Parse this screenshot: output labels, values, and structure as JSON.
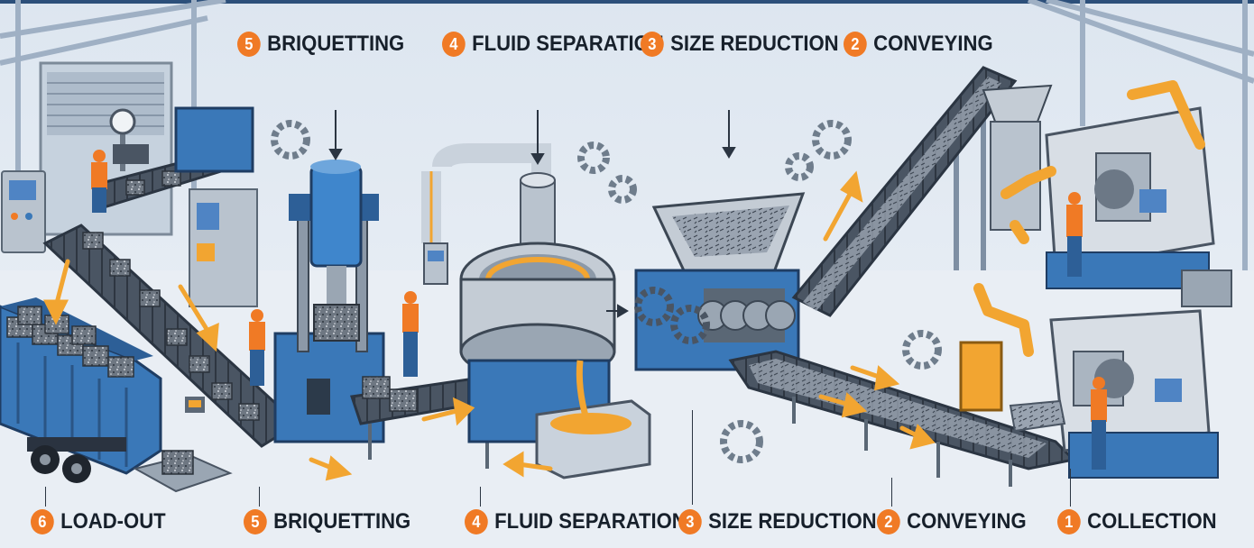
{
  "colors": {
    "accent": "#f07a25",
    "machine_blue": "#3a78b8",
    "robot_orange": "#f2a531",
    "background": "#e6edf5",
    "text": "#17202b"
  },
  "top_labels": [
    {
      "num": "5",
      "text": "BRIQUETTING"
    },
    {
      "num": "4",
      "text": "FLUID SEPARATION"
    },
    {
      "num": "3",
      "text": "SIZE REDUCTION"
    },
    {
      "num": "2",
      "text": "CONVEYING"
    }
  ],
  "bottom_labels": [
    {
      "num": "6",
      "text": "LOAD-OUT"
    },
    {
      "num": "5",
      "text": "BRIQUETTING"
    },
    {
      "num": "4",
      "text": "FLUID SEPARATION"
    },
    {
      "num": "3",
      "text": "SIZE REDUCTION"
    },
    {
      "num": "2",
      "text": "CONVEYING"
    },
    {
      "num": "1",
      "text": "COLLECTION"
    }
  ]
}
